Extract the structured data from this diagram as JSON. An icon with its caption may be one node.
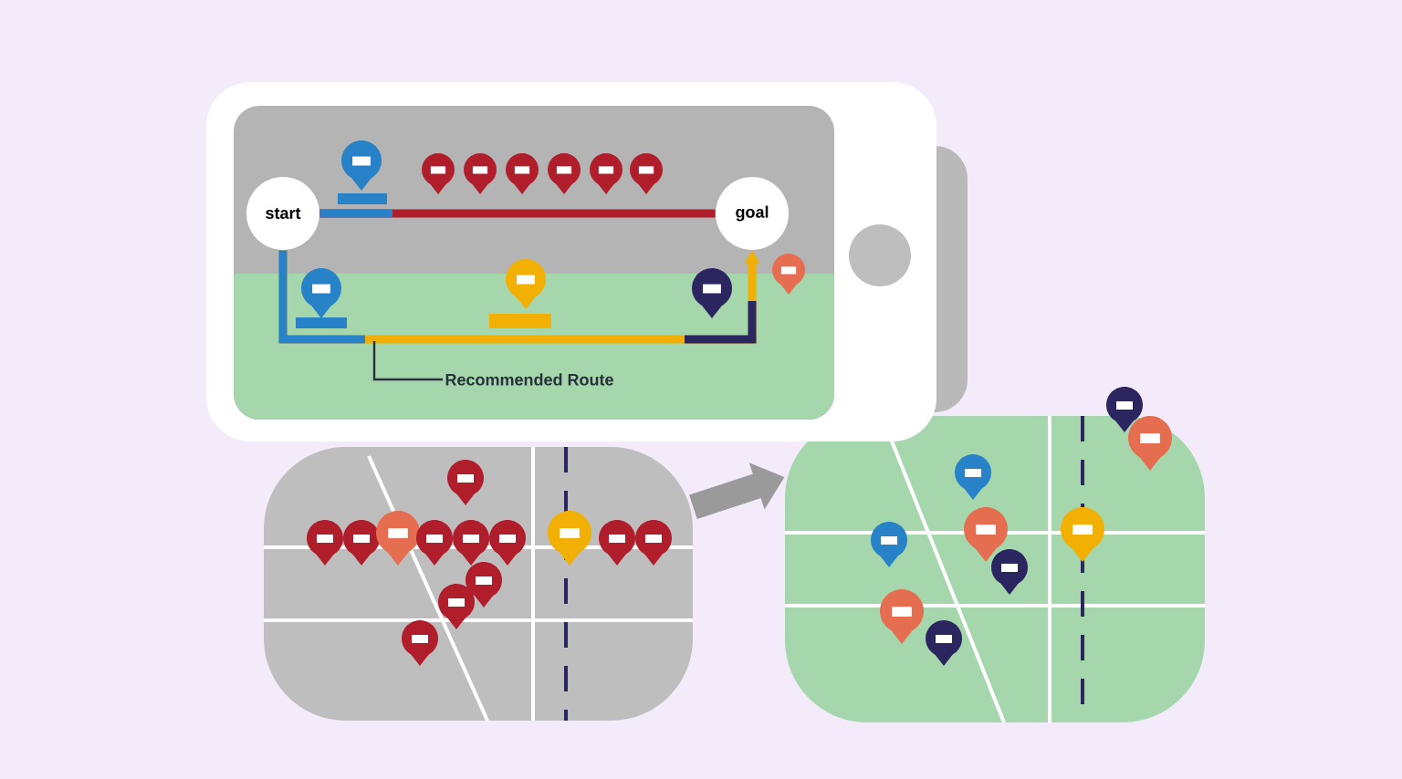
{
  "diagram": {
    "nodes": [
      {
        "text": [
          "start"
        ]
      },
      {
        "text": [
          "goal"
        ]
      },
      {
        "text": [
          "Recommended Route"
        ]
      },
      {
        "text": [],
        "shape": "picture"
      },
      {
        "text": [],
        "shape": "picture"
      }
    ],
    "edges": [
      {
        "from": 0,
        "to": 1,
        "arrow": "none",
        "color": "#b01e2c"
      },
      {
        "from": 0,
        "to": 1,
        "arrow": "to",
        "color": "#f2b005"
      },
      {
        "from": 2,
        "to": null,
        "arrow": "none",
        "color": "#28323c"
      },
      {
        "from": 3,
        "to": 4,
        "arrow": "to",
        "style": "thick",
        "color": "#9a9a9a"
      }
    ]
  }
}
